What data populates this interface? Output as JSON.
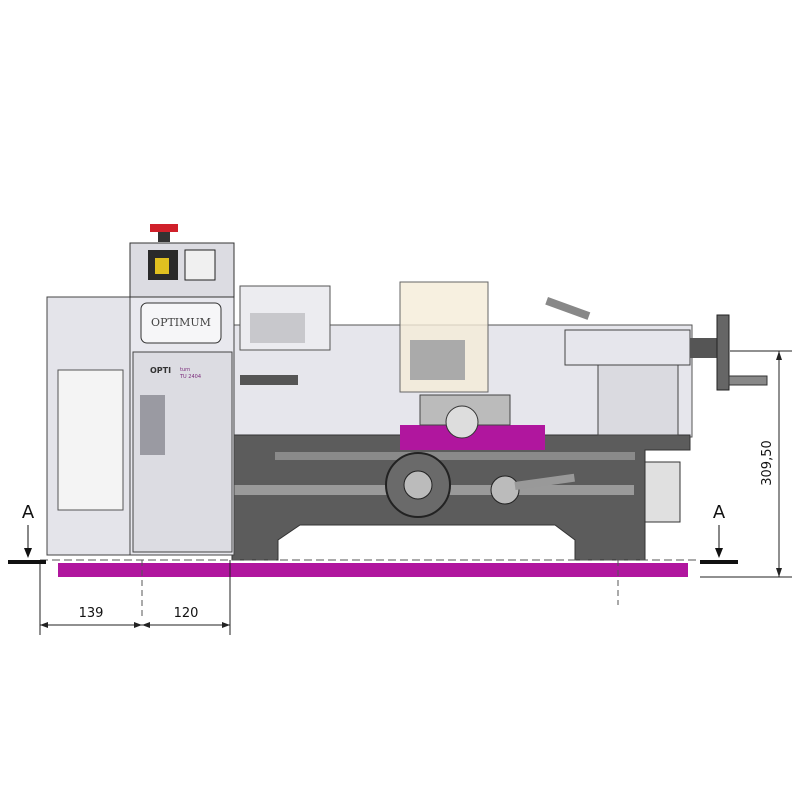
{
  "machine": {
    "brand_plate": "OPTIMUM",
    "model_brand": "OPTI",
    "model_suffix": "turn",
    "model_number": "TU 2404"
  },
  "dimensions": {
    "left_width": "139",
    "second_width": "120",
    "height": "309,50"
  },
  "section_marks": {
    "left": "A",
    "right": "A"
  },
  "colors": {
    "highlight": "#b0169e",
    "body": "#e4e4ea",
    "bed": "#5a5a5a",
    "estop": "#d0202a"
  }
}
